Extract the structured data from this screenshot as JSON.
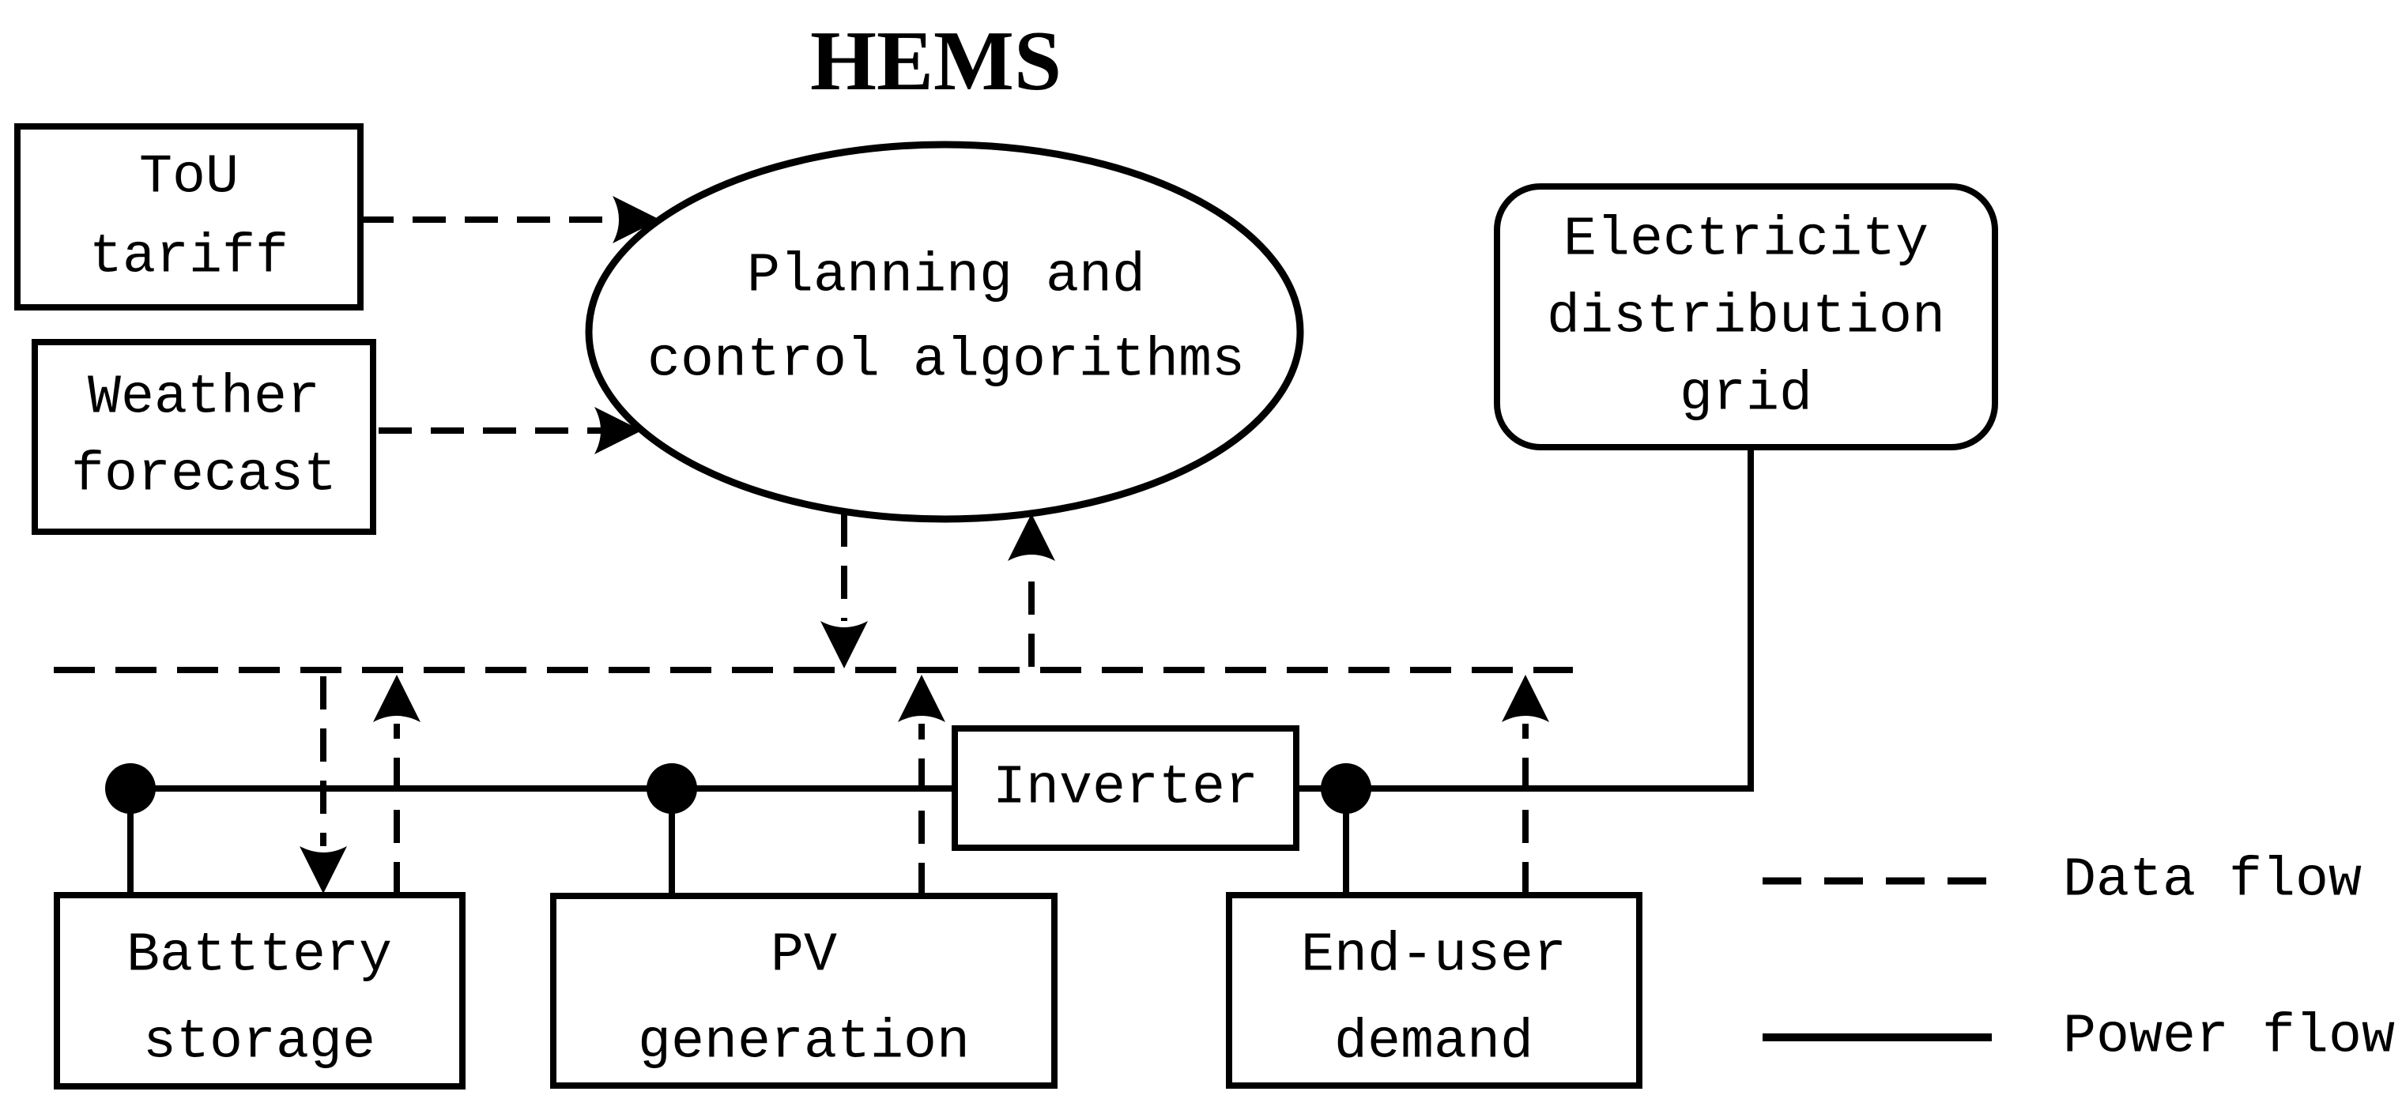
{
  "title": "HEMS",
  "nodes": {
    "tou": {
      "lines": [
        "ToU",
        "tariff"
      ]
    },
    "weather": {
      "lines": [
        "Weather",
        "forecast"
      ]
    },
    "planning": {
      "lines": [
        "Planning and",
        "control algorithms"
      ]
    },
    "grid": {
      "lines": [
        "Electricity",
        "distribution",
        "grid"
      ]
    },
    "inverter": {
      "label": "Inverter"
    },
    "battery": {
      "lines": [
        "Batttery",
        "storage"
      ]
    },
    "pv": {
      "lines": [
        "PV",
        "generation"
      ]
    },
    "enduser": {
      "lines": [
        "End-user",
        "demand"
      ]
    }
  },
  "legend": {
    "data_flow_label": "Data flow",
    "power_flow_label": "Power flow"
  },
  "colors": {
    "ink": "#000000",
    "background": "#ffffff"
  }
}
